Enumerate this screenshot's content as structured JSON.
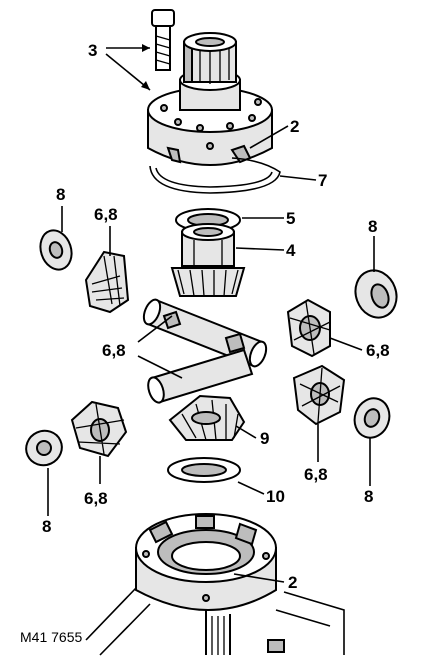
{
  "labels": {
    "bolt": "3",
    "case_upper": "2",
    "circlip": "7",
    "thrust_washer_upper": "5",
    "side_gear_upper": "4",
    "washer_left_top": "8",
    "planet_left_top": "6,8",
    "washer_right_top": "8",
    "cross_shaft": "6,8",
    "planet_right_top": "6,8",
    "side_gear_lower": "9",
    "planet_right_bottom": "6,8",
    "washer_right_bottom": "8",
    "planet_left_bottom": "6,8",
    "washer_left_bottom": "8",
    "thrust_washer_lower": "10",
    "case_lower": "2"
  },
  "figure_code": "M41 7655"
}
